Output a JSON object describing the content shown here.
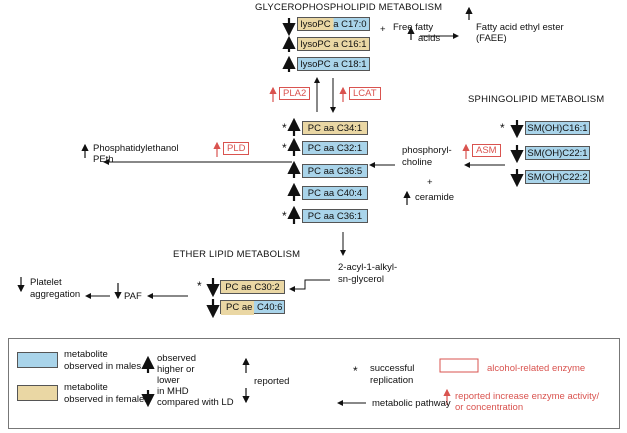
{
  "sections": {
    "glycerophospholipid": "GLYCEROPHOSPHOLIPID  METABOLISM",
    "sphingolipid": "SPHINGOLIPID METABOLISM",
    "ether_lipid": "ETHER LIPID METABOLISM"
  },
  "metabolites": {
    "lyso_c17": "lysoPC a C17:0",
    "lyso_c16": "lysoPC a C16:1",
    "lyso_c18": "lysoPC a C18:1",
    "pc_c34": "PC aa C34:1",
    "pc_c32": "PC aa C32:1",
    "pc_c36_5": "PC aa C36:5",
    "pc_c40": "PC aa C40:4",
    "pc_c36_1": "PC aa C36:1",
    "sm_c16": "SM(OH)C16:1",
    "sm_c22_1": "SM(OH)C22:1",
    "sm_c22_2": "SM(OH)C22:2",
    "pcae_c30": "PC ae C30:2",
    "pcae_c40_prefix": "PC ae",
    "pcae_c40_suffix": " C40:6"
  },
  "enzymes": {
    "pla2": "PLA2",
    "lcat": "LCAT",
    "pld": "PLD",
    "asm": "ASM"
  },
  "labels": {
    "plus1": "+",
    "free_fatty_1": "Free fatty",
    "free_fatty_2": "acids",
    "faee_1": "Fatty acid ethyl ester",
    "faee_2": "(FAEE)",
    "peth_1": "Phosphatidylethanol",
    "peth_2": "PEth",
    "phosphoryl_1": "phosphoryl-",
    "phosphoryl_2": "choline",
    "plus2": "+",
    "ceramide": "ceramide",
    "acyl_1": "2-acyl-1-alkyl-",
    "acyl_2": "sn-glycerol",
    "platelet_1": "Platelet",
    "platelet_2": "aggregation",
    "paf": "PAF",
    "star": "*"
  },
  "legend": {
    "males_1": "metabolite",
    "males_2": "observed in males",
    "females_1": "metabolite",
    "females_2": "observed in females",
    "obs_1": "observed",
    "obs_2": "higher or",
    "obs_3": "lower",
    "obs_4": "in MHD",
    "obs_5": "compared with LD",
    "reported": "reported",
    "star": "*",
    "replication_1": "successful",
    "replication_2": "replication",
    "pathway": "metabolic pathway",
    "alcohol_enzyme": "alcohol-related enzyme",
    "increase_1": "reported increase enzyme activity/",
    "increase_2": "or concentration"
  },
  "colors": {
    "male_fill": "#a9d4ea",
    "female_fill": "#ead7a4",
    "enzyme_red": "#d9534f"
  }
}
